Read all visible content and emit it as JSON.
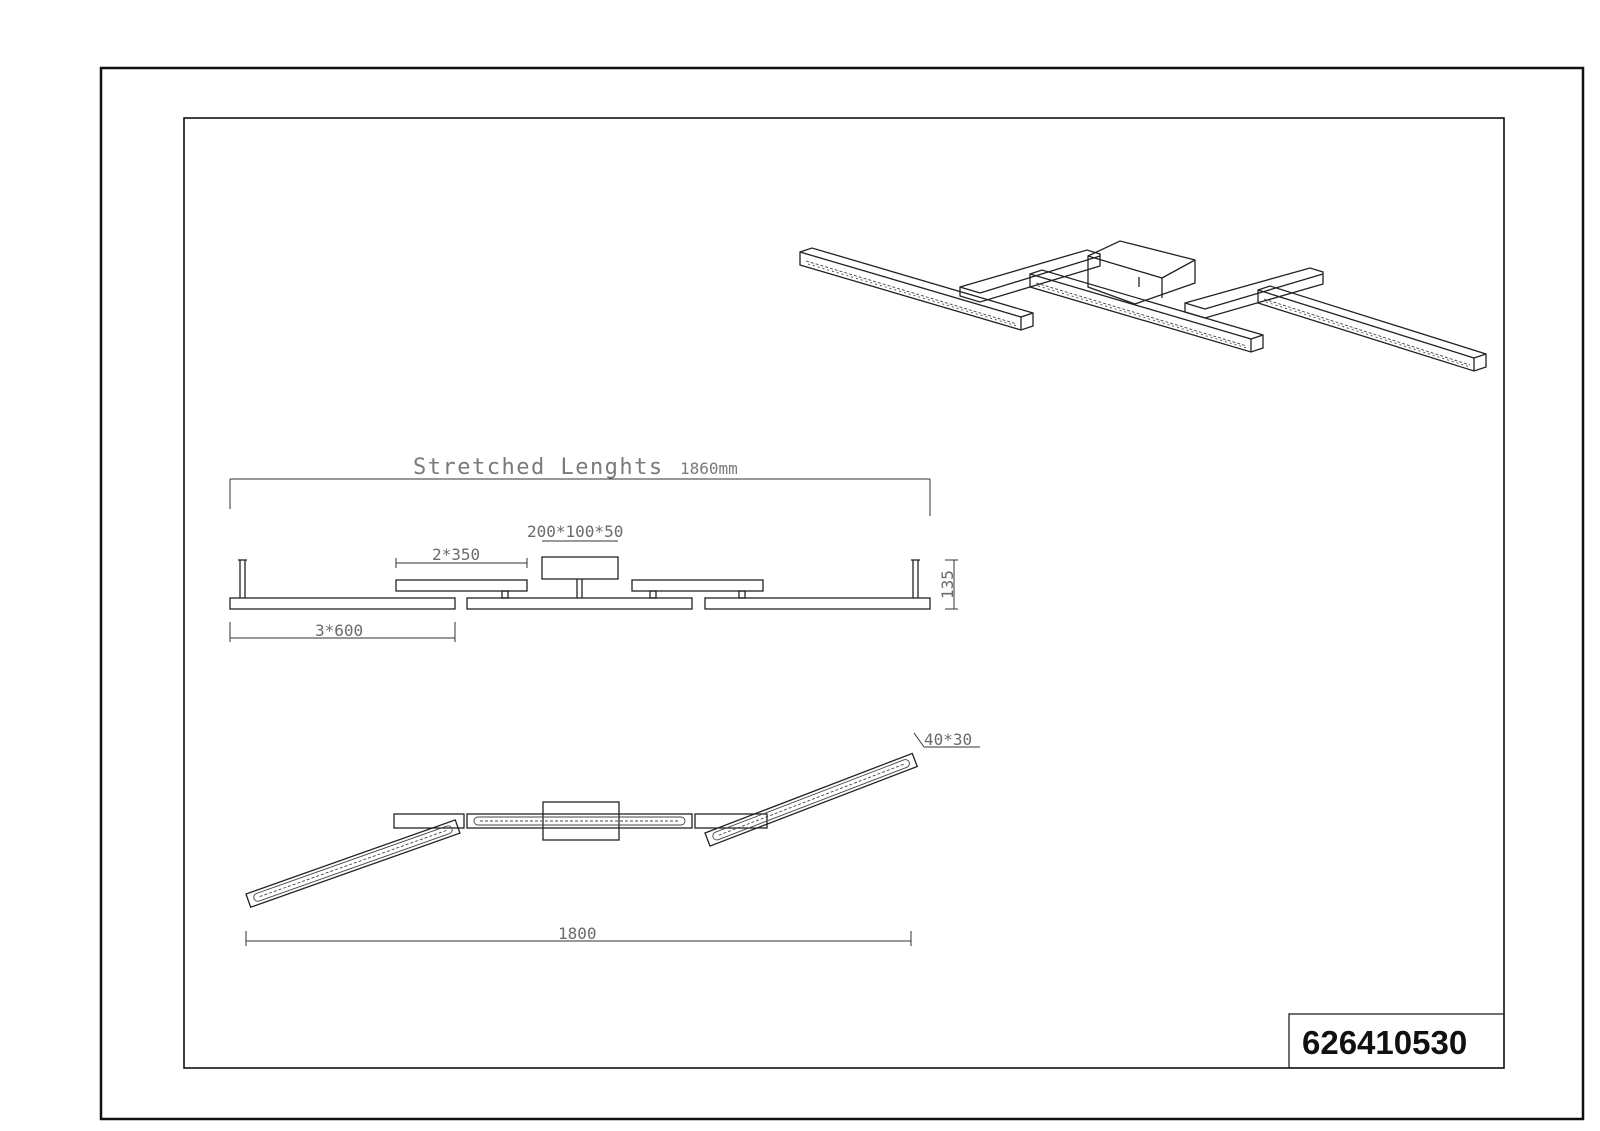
{
  "drawing": {
    "product_code": "626410530",
    "stretched_title": "Stretched Lenghts",
    "stretched_value": "1860mm",
    "dim_base": "200*100*50",
    "dim_arms": "2*350",
    "dim_height": "135",
    "dim_bars": "3*600",
    "dim_profile": "40*30",
    "dim_span": "1800"
  },
  "colors": {
    "line": "#222222",
    "dimension_text": "#6b6b6b",
    "background": "#ffffff"
  }
}
